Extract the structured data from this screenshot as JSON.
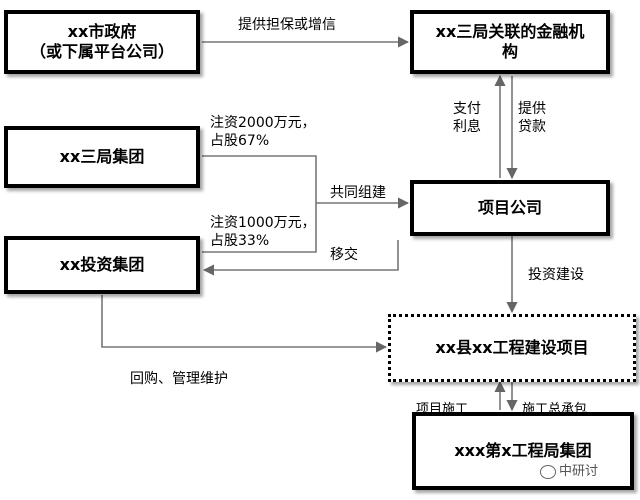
{
  "nodes": {
    "gov": {
      "line1": "xx市政府",
      "line2": "（或下属平台公司）"
    },
    "bank": {
      "line1": "xx三局关联的金融机",
      "line2": "构"
    },
    "group3": {
      "line1": "xx三局集团"
    },
    "invest": {
      "line1": "xx投资集团"
    },
    "project_co": {
      "line1": "项目公司"
    },
    "project": {
      "line1": "xx县xx工程建设项目"
    },
    "contractor": {
      "line1": "xxx第x工程局集团"
    }
  },
  "edges": {
    "guarantee": "提供担保或增信",
    "pay_line1": "支付",
    "pay_line2": "利息",
    "loan_line1": "提供",
    "loan_line2": "贷款",
    "inject_a_line1": "注资2000万元，",
    "inject_a_line2": "占股67%",
    "inject_b_line1": "注资1000万元，",
    "inject_b_line2": "占股33%",
    "jointly_build": "共同组建",
    "transfer": "移交",
    "invest_build": "投资建设",
    "buyback": "回购、管理维护",
    "construction": "项目施工",
    "general_contract": "施工总承包"
  },
  "watermark": "中研讨"
}
